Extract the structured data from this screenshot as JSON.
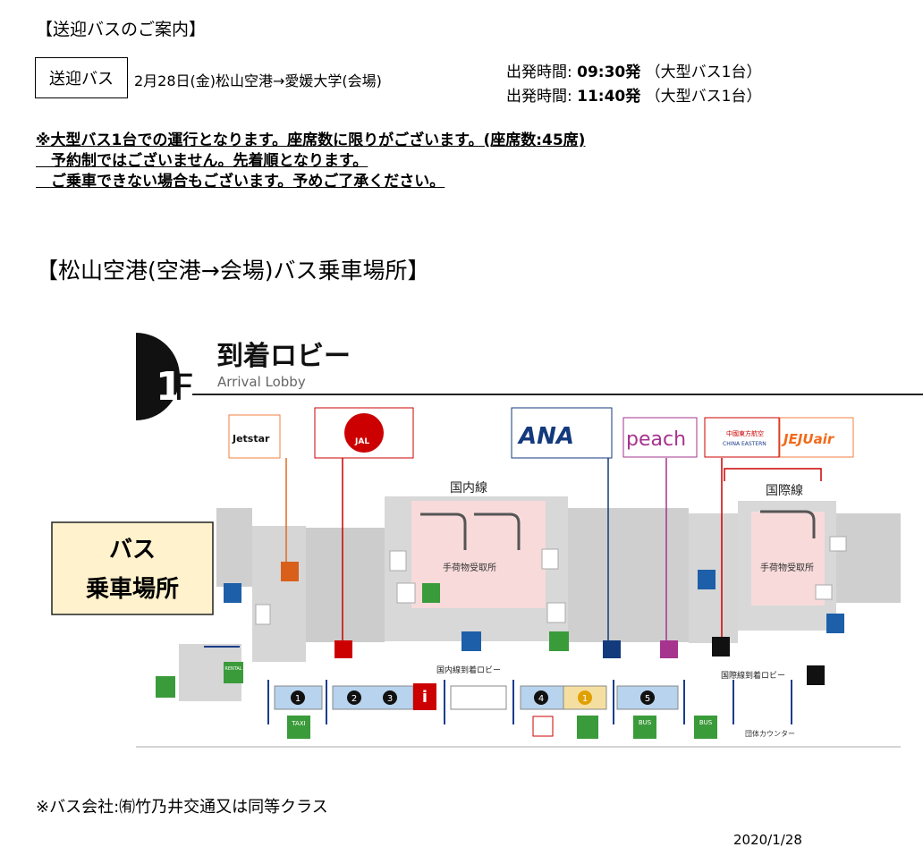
{
  "header": {
    "title": "【送迎バスのご案内】",
    "bus_label": "送迎バス",
    "route": "2月28日(金)松山空港→愛媛大学(会場)",
    "departures": [
      {
        "prefix": "出発時間: ",
        "time": "09:30発",
        "suffix": "（大型バス1台）"
      },
      {
        "prefix": "出発時間: ",
        "time": "11:40発",
        "suffix": "（大型バス1台）"
      }
    ]
  },
  "notes": [
    "※大型バス1台での運行となります。座席数に限りがございます。(座席数:45席)",
    "　予約制ではございません。先着順となります。",
    "　ご乗車できない場合もございます。予めご了承ください。"
  ],
  "section_title": "【松山空港(空港→会場)バス乗車場所】",
  "map": {
    "floor": "1F",
    "floor_title": "到着ロビー",
    "floor_subtitle": "Arrival Lobby",
    "bus_stop_label_line1": "バス",
    "bus_stop_label_line2": "乗車場所",
    "airlines": {
      "jetstar": "Jetstar",
      "jal": "JAL",
      "ana": "ANA",
      "peach": "peach",
      "china_eastern": "中國東方航空",
      "china_eastern_en": "CHINA EASTERN",
      "jeju": "JEJUair"
    },
    "domestic": "国内線",
    "international": "国際線",
    "baggage_claim": "手荷物受取所",
    "domestic_lobby": "国内線到着ロビー",
    "international_lobby": "国際線到着ロビー",
    "group_counter": "団体カウンター",
    "stops": [
      "1",
      "2",
      "3",
      "4",
      "1",
      "5"
    ],
    "info": "i",
    "taxi": "TAXI",
    "bus": "BUS",
    "rental": "RENTAL",
    "colors": {
      "bus_label_bg": "#fff2cc",
      "baggage_bg": "#f8dada",
      "stop_bg": "#b7d3ee",
      "stop_yellow": "#f5dfa0",
      "jal_red": "#cc0000",
      "ana_blue": "#133a7c",
      "peach_purple": "#a6338d",
      "green": "#3a9b3a",
      "blue_icon": "#1d5fa8"
    }
  },
  "footer": "※バス会社:㈲竹乃井交通又は同等クラス",
  "date": "2020/1/28"
}
